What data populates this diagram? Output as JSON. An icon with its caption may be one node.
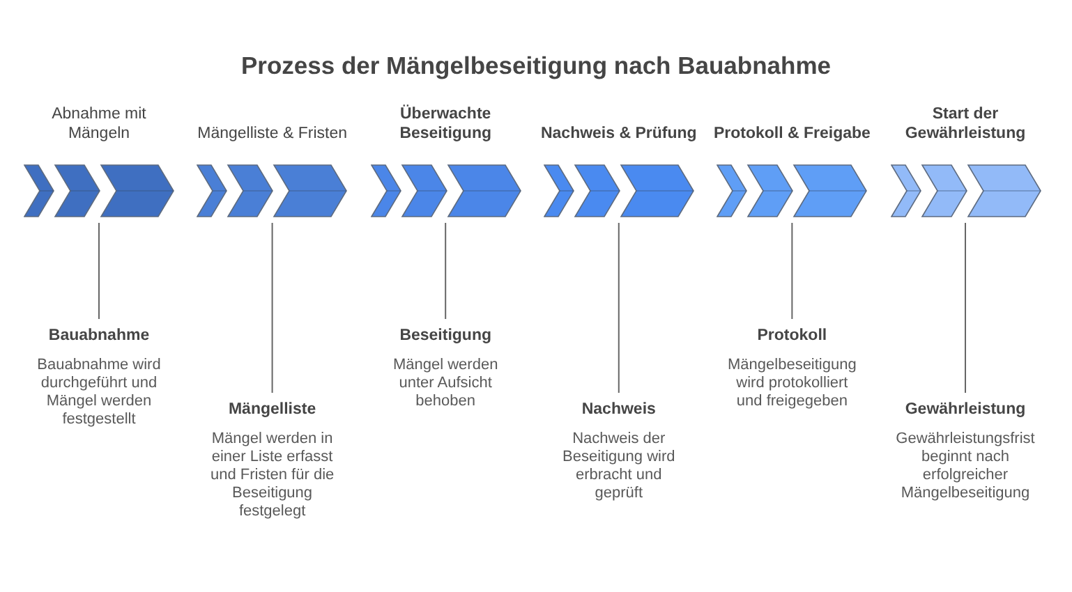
{
  "diagram": {
    "title": "Prozess der Mängelbeseitigung nach Bauabnahme",
    "nodes": [
      {
        "text": [
          "Abnahme mit Mängeln"
        ]
      },
      {
        "text": [
          "Bauabnahme",
          "Bauabnahme wird durchgeführt und Mängel werden festgestellt"
        ]
      },
      {
        "text": [
          "Mängelliste & Fristen"
        ]
      },
      {
        "text": [
          "Mängelliste",
          "Mängel werden in einer Liste erfasst und Fristen für die Beseitigung festgelegt"
        ]
      },
      {
        "text": [
          "Überwachte Beseitigung"
        ]
      },
      {
        "text": [
          "Beseitigung",
          "Mängel werden unter Aufsicht behoben"
        ]
      },
      {
        "text": [
          "Nachweis & Prüfung"
        ]
      },
      {
        "text": [
          "Nachweis",
          "Nachweis der Beseitigung wird erbracht und geprüft"
        ]
      },
      {
        "text": [
          "Protokoll & Freigabe"
        ]
      },
      {
        "text": [
          "Protokoll",
          "Mängelbeseitigung wird protokolliert und freigegeben"
        ]
      },
      {
        "text": [
          "Start der Gewährleistung"
        ]
      },
      {
        "text": [
          "Gewährleistung",
          "Gewährleistungsfrist beginnt nach erfolgreicher Mängelbeseitigung"
        ]
      }
    ],
    "edges": [
      {
        "from": 0,
        "to": 1,
        "arrow": "none"
      },
      {
        "from": 2,
        "to": 3,
        "arrow": "none"
      },
      {
        "from": 4,
        "to": 5,
        "arrow": "none"
      },
      {
        "from": 6,
        "to": 7,
        "arrow": "none"
      },
      {
        "from": 8,
        "to": 9,
        "arrow": "none"
      },
      {
        "from": 10,
        "to": 11,
        "arrow": "none"
      }
    ]
  }
}
